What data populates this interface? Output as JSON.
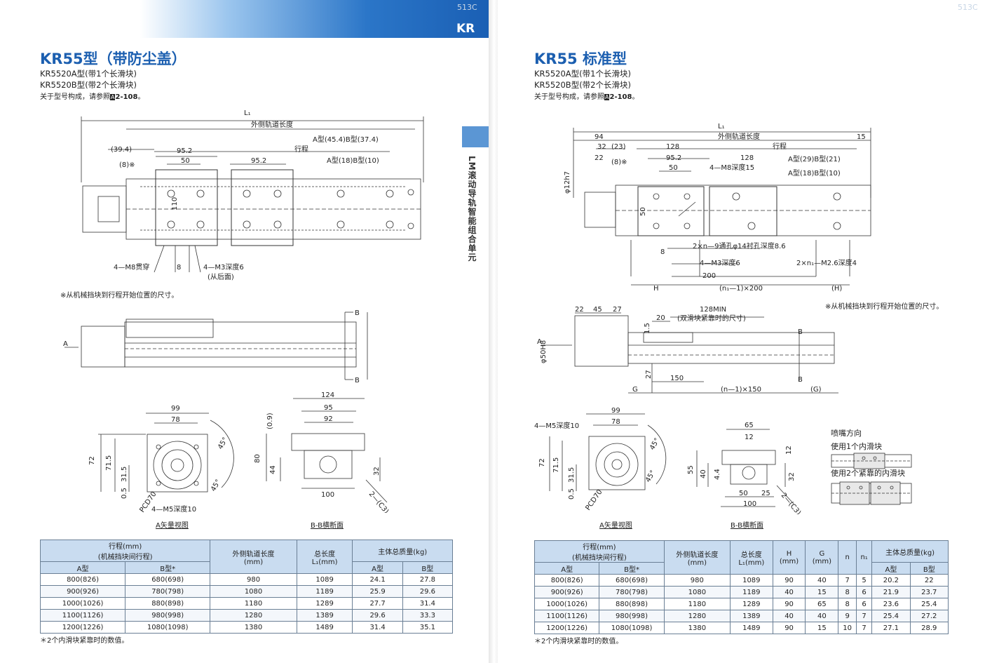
{
  "left": {
    "page_number": "513C",
    "section_tag": "KR",
    "side_label": "LM滚动导轨智能组合单元",
    "title": "KR55型（带防尘盖）",
    "subtitle_1": "KR5520A型(带1个长滑块)",
    "subtitle_2": "KR5520B型(带2个长滑块)",
    "ref_note_prefix": "关于型号构成，请参照",
    "ref_badge": "A",
    "ref_page": "2-108",
    "ref_note_suffix": "。",
    "drawing_top": {
      "L1": "L₁",
      "outer_rail": "外侧轨道长度",
      "stroke": "行程",
      "type_a": "A型(45.4)B型(37.4)",
      "type_a2": "A型(18)B型(10)",
      "d394": "(39.4)",
      "d8": "(8)※",
      "d952a": "95.2",
      "d50": "50",
      "d952b": "95.2",
      "d110": "110",
      "m8": "4—M8贯穿",
      "d8b": "8",
      "m3": "4—M3深度6",
      "rear": "(从后面)"
    },
    "note_stroke": "※从机械挡块到行程开始位置的尺寸。",
    "side_view": {
      "B_top": "B",
      "B_bottom": "B",
      "A": "A"
    },
    "view_a": {
      "d99": "99",
      "d78": "78",
      "d72": "72",
      "d715": "71.5",
      "d315": "31.5",
      "d05": "0.5",
      "deg45a": "45°",
      "deg45b": "45°",
      "pcd": "PCD70",
      "m5": "4—M5深度10",
      "caption": "A矢量视图"
    },
    "section_bb": {
      "d124": "124",
      "d95": "95",
      "d92": "92",
      "d09": "(0.9)",
      "d80": "80",
      "d44": "44",
      "d32": "32",
      "d100": "100",
      "c3": "2—(C3)",
      "caption": "B-B横断面"
    },
    "table": {
      "h_stroke": "行程(mm)",
      "h_stroke2": "(机械挡块间行程)",
      "h_rail": "外侧轨道长度",
      "h_rail_unit": "(mm)",
      "h_total": "总长度",
      "h_total_unit": "L₁(mm)",
      "h_mass": "主体总质量(kg)",
      "h_a": "A型",
      "h_b": "B型*",
      "h_ma": "A型",
      "h_mb": "B型",
      "rows": [
        [
          "800(826)",
          "680(698)",
          "980",
          "1089",
          "24.1",
          "27.8"
        ],
        [
          "900(926)",
          "780(798)",
          "1080",
          "1189",
          "25.9",
          "29.6"
        ],
        [
          "1000(1026)",
          "880(898)",
          "1180",
          "1289",
          "27.7",
          "31.4"
        ],
        [
          "1100(1126)",
          "980(998)",
          "1280",
          "1389",
          "29.6",
          "33.3"
        ],
        [
          "1200(1226)",
          "1080(1098)",
          "1380",
          "1489",
          "31.4",
          "35.1"
        ]
      ]
    },
    "footnote": "＊2个内滑块紧靠时的数值。"
  },
  "right": {
    "page_number": "513C",
    "title": "KR55 标准型",
    "subtitle_1": "KR5520A型(带1个长滑块)",
    "subtitle_2": "KR5520B型(带2个长滑块)",
    "ref_note_prefix": "关于型号构成，请参照",
    "ref_badge": "A",
    "ref_page": "2-108",
    "ref_note_suffix": "。",
    "drawing_top": {
      "L1": "L₁",
      "d94": "94",
      "outer_rail": "外侧轨道长度",
      "d15": "15",
      "d32": "32",
      "d23": "(23)",
      "d128a": "128",
      "stroke": "行程",
      "d22": "22",
      "d8s": "(8)※",
      "d952": "95.2",
      "d128b": "128",
      "type_a": "A型(29)B型(21)",
      "d50": "50",
      "m8": "4—M8深度15",
      "type_a2": "A型(18)B型(10)",
      "phi12": "φ12h7",
      "d50v": "50",
      "holes": "2×n—9通孔φ14衬孔深度8.6",
      "d8": "8",
      "m3": "4—M3深度6",
      "m26": "2×n₁—M2.6深度4",
      "d200": "200",
      "H": "H",
      "n1": "(n₁—1)×200",
      "Hp": "(H)"
    },
    "note_stroke": "※从机械挡块到行程开始位置的尺寸。",
    "side_view": {
      "d22": "22",
      "d45": "45",
      "d27": "27",
      "min128": "128MIN",
      "min_note": "(双滑块紧靠时的尺寸)",
      "d20": "20",
      "d15": "1.5",
      "A": "A",
      "phi50": "φ50H8",
      "B_top": "B",
      "B_bottom": "B",
      "d27b": "27",
      "d150": "150",
      "G": "G",
      "n150": "(n—1)×150",
      "Gp": "(G)"
    },
    "view_a": {
      "m5": "4—M5深度10",
      "d99": "99",
      "d78": "78",
      "d72": "72",
      "d715": "71.5",
      "d315": "31.5",
      "d05": "0.5",
      "deg45a": "45°",
      "deg45b": "45°",
      "pcd": "PCD70",
      "caption": "A矢量视图"
    },
    "section_bb": {
      "d65": "65",
      "d12a": "12",
      "d12b": "12",
      "d55": "55",
      "d40": "40",
      "d44": "4.4",
      "d32": "32",
      "d50": "50",
      "d25": "25",
      "d100": "100",
      "c3": "2—(C3)",
      "caption": "B-B横断面"
    },
    "nozzle": {
      "title": "喷嘴方向",
      "one": "使用1个内滑块",
      "two": "使用2个紧靠的内滑块"
    },
    "table": {
      "h_stroke": "行程(mm)",
      "h_stroke2": "(机械挡块间行程)",
      "h_rail": "外侧轨道长度",
      "h_rail_unit": "(mm)",
      "h_total": "总长度",
      "h_total_unit": "L₁(mm)",
      "h_H": "H",
      "h_H_unit": "(mm)",
      "h_G": "G",
      "h_G_unit": "(mm)",
      "h_n": "n",
      "h_n1": "n₁",
      "h_mass": "主体总质量(kg)",
      "h_a": "A型",
      "h_b": "B型*",
      "h_ma": "A型",
      "h_mb": "B型",
      "rows": [
        [
          "800(826)",
          "680(698)",
          "980",
          "1089",
          "90",
          "40",
          "7",
          "5",
          "20.2",
          "22"
        ],
        [
          "900(926)",
          "780(798)",
          "1080",
          "1189",
          "40",
          "15",
          "8",
          "6",
          "21.9",
          "23.7"
        ],
        [
          "1000(1026)",
          "880(898)",
          "1180",
          "1289",
          "90",
          "65",
          "8",
          "6",
          "23.6",
          "25.4"
        ],
        [
          "1100(1126)",
          "980(998)",
          "1280",
          "1389",
          "40",
          "40",
          "9",
          "7",
          "25.4",
          "27.2"
        ],
        [
          "1200(1226)",
          "1080(1098)",
          "1380",
          "1489",
          "90",
          "15",
          "10",
          "7",
          "27.1",
          "28.9"
        ]
      ]
    },
    "footnote": "＊2个内滑块紧靠时的数值。"
  }
}
